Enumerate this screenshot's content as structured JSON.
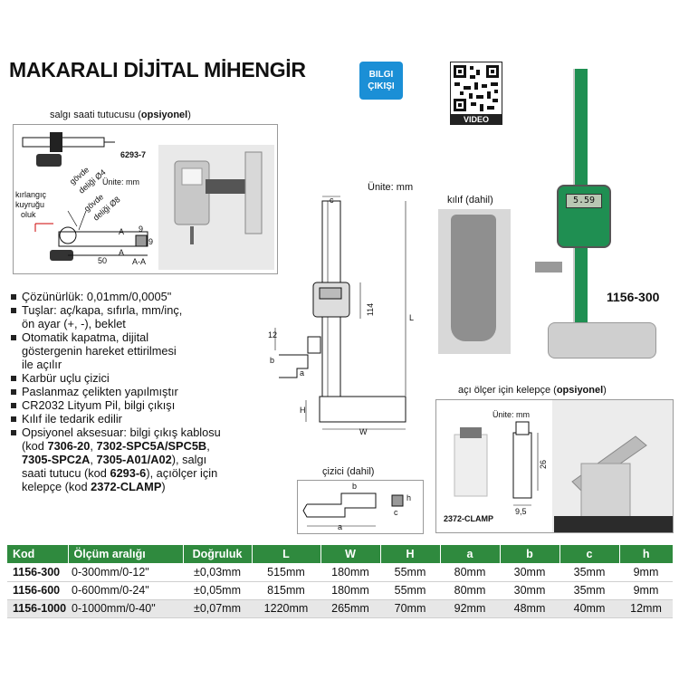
{
  "title": "MAKARALI DİJİTAL MİHENGİR",
  "badge": {
    "line1": "BILGI",
    "line2": "ÇIKIŞI"
  },
  "qr_label": "VIDEO",
  "dial_holder": {
    "caption_prefix": "salgı saati tutucusu (",
    "caption_bold": "opsiyonel",
    "caption_suffix": ")",
    "code": "6293-7",
    "unit": "Ünite: mm",
    "label_tail1": "kırlangıç",
    "label_tail2": "kuyruğu",
    "label_tail3": "oluk",
    "label_hole4_1": "gövde",
    "label_hole4_2": "deliği Ø4",
    "label_hole8_1": "gövde",
    "label_hole8_2": "deliği Ø8",
    "dim_50": "50",
    "dim_9a": "9",
    "dim_9b": "9",
    "sec_a1": "A",
    "sec_a2": "A",
    "sec_aa": "A-A"
  },
  "main_drawing": {
    "unit": "Ünite: mm",
    "c": "c",
    "dim_114": "114",
    "L": "L",
    "dim_12": "12",
    "b": "b",
    "a": "a",
    "H": "H",
    "W": "W"
  },
  "case": {
    "label": "kılıf (dahil)"
  },
  "model": "1156-300",
  "display_value": "5.59",
  "clamp": {
    "caption_prefix": "açı ölçer için kelepçe (",
    "caption_bold": "opsiyonel",
    "caption_suffix": ")",
    "unit": "Ünite: mm",
    "code": "2372-CLAMP",
    "dim_26": "26",
    "dim_95": "9,5"
  },
  "scriber": {
    "label": "çizici (dahil)",
    "a": "a",
    "b": "b",
    "h": "h",
    "c": "c"
  },
  "features": [
    {
      "lines": [
        "Çözünürlük: 0,01mm/0,0005\""
      ]
    },
    {
      "lines": [
        "Tuşlar: aç/kapa, sıfırla, mm/inç,",
        "ön ayar (+, -), beklet"
      ]
    },
    {
      "lines": [
        "Otomatik kapatma, dijital",
        "göstergenin hareket ettirilmesi",
        "ile açılır"
      ]
    },
    {
      "lines": [
        "Karbür uçlu çizici"
      ]
    },
    {
      "lines": [
        "Paslanmaz çelikten yapılmıştır"
      ]
    },
    {
      "lines": [
        "CR2032 Lityum Pil, bilgi çıkışı"
      ]
    },
    {
      "lines": [
        "Kılıf ile tedarik edilir"
      ]
    }
  ],
  "accessories": {
    "l1": "Opsiyonel aksesuar: bilgi çıkış kablosu",
    "l2a": "(kod ",
    "l2b": "7306-20",
    "l2c": ", ",
    "l2d": "7302-SPC5A/SPC5B",
    "l2e": ",",
    "l3a": "7305-SPC2A",
    "l3b": ", ",
    "l3c": "7305-A01/A02",
    "l3d": "), salgı",
    "l4a": "saati tutucu  (kod ",
    "l4b": "6293-6",
    "l4c": "), açıölçer için",
    "l5a": "kelepçe (kod ",
    "l5b": "2372-CLAMP",
    "l5c": ")"
  },
  "colors": {
    "table_header": "#2f8a3e",
    "badge": "#1b8fd6",
    "gauge_green": "#1f8f52"
  },
  "table": {
    "headers": [
      "Kod",
      "Ölçüm aralığı",
      "Doğruluk",
      "L",
      "W",
      "H",
      "a",
      "b",
      "c",
      "h"
    ],
    "rows": [
      [
        "1156-300",
        "0-300mm/0-12\"",
        "±0,03mm",
        "515mm",
        "180mm",
        "55mm",
        "80mm",
        "30mm",
        "35mm",
        "9mm"
      ],
      [
        "1156-600",
        "0-600mm/0-24\"",
        "±0,05mm",
        "815mm",
        "180mm",
        "55mm",
        "80mm",
        "30mm",
        "35mm",
        "9mm"
      ],
      [
        "1156-1000",
        "0-1000mm/0-40\"",
        "±0,07mm",
        "1220mm",
        "265mm",
        "70mm",
        "92mm",
        "48mm",
        "40mm",
        "12mm"
      ]
    ]
  }
}
